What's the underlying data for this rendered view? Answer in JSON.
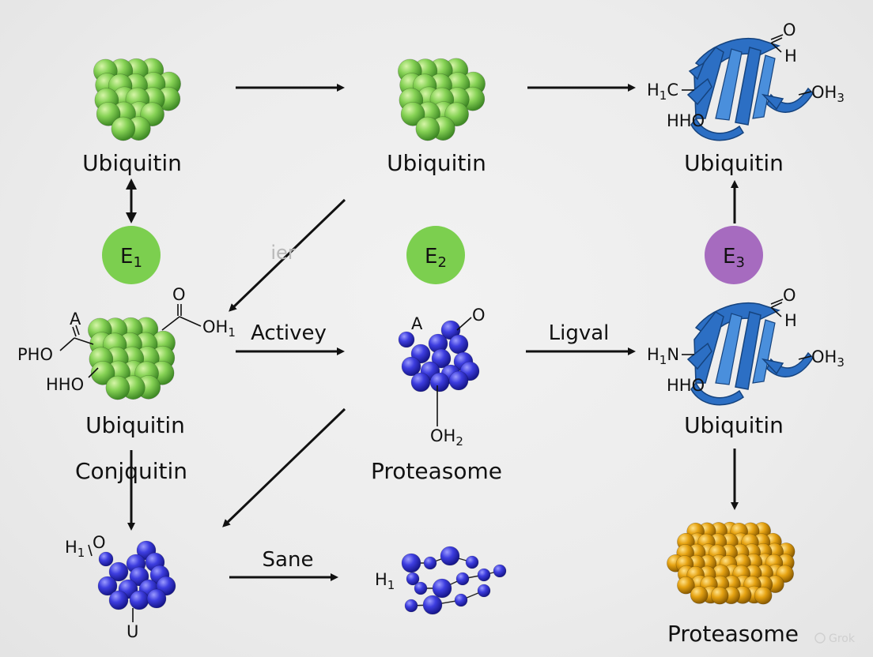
{
  "colors": {
    "green_sphere": "#7ccf4f",
    "blue_sphere": "#3b3bdc",
    "ribbon_blue": "#2c6fc4",
    "gold_sphere": "#e0a010",
    "e1_circle": "#7ccf4f",
    "e2_circle": "#7ccf4f",
    "e3_circle": "#a66bbf",
    "arrow": "#111111"
  },
  "nodes": {
    "ubiquitin_top_left": "Ubiquitin",
    "ubiquitin_top_mid": "Ubiquitin",
    "ubiquitin_top_right": "Ubiquitin",
    "ubiquitin_mid_left": "Ubiquitin",
    "ubiquitin_mid_right": "Ubiquitin",
    "conjquitin": "Conjquitin",
    "proteasome_mid": "Proteasome",
    "proteasome_bottom_right": "Proteasome"
  },
  "enzymes": {
    "e1": {
      "letter": "E",
      "sub": "1"
    },
    "e2": {
      "letter": "E",
      "sub": "2"
    },
    "e3": {
      "letter": "E",
      "sub": "3"
    }
  },
  "edge_labels": {
    "activey": "Activey",
    "ligval": "Ligval",
    "sane": "Sane",
    "faded_ier": "ier"
  },
  "chem": {
    "top_right": {
      "o": "O",
      "h": "H",
      "h1c": "H",
      "h1c_sub": "1",
      "h1c_end": "C",
      "oh3": "OH",
      "oh3_sub": "3",
      "hho": "HHO"
    },
    "mid_left": {
      "a": "A",
      "o": "O",
      "oh1": "OH",
      "oh1_sub": "1",
      "pho": "PHO",
      "hho": "HHO"
    },
    "mid_center": {
      "a": "A",
      "o": "O",
      "oh2": "OH",
      "oh2_sub": "2"
    },
    "mid_right": {
      "o": "O",
      "h": "H",
      "h1n": "H",
      "h1n_sub": "1",
      "h1n_end": "N",
      "oh3": "OH",
      "oh3_sub": "3",
      "hho": "HHO"
    },
    "bottom_left": {
      "h1": "H",
      "h1_sub": "1",
      "o": "O",
      "u": "U"
    },
    "bottom_mid": {
      "h1": "H",
      "h1_sub": "1"
    }
  },
  "watermark": "Grok"
}
